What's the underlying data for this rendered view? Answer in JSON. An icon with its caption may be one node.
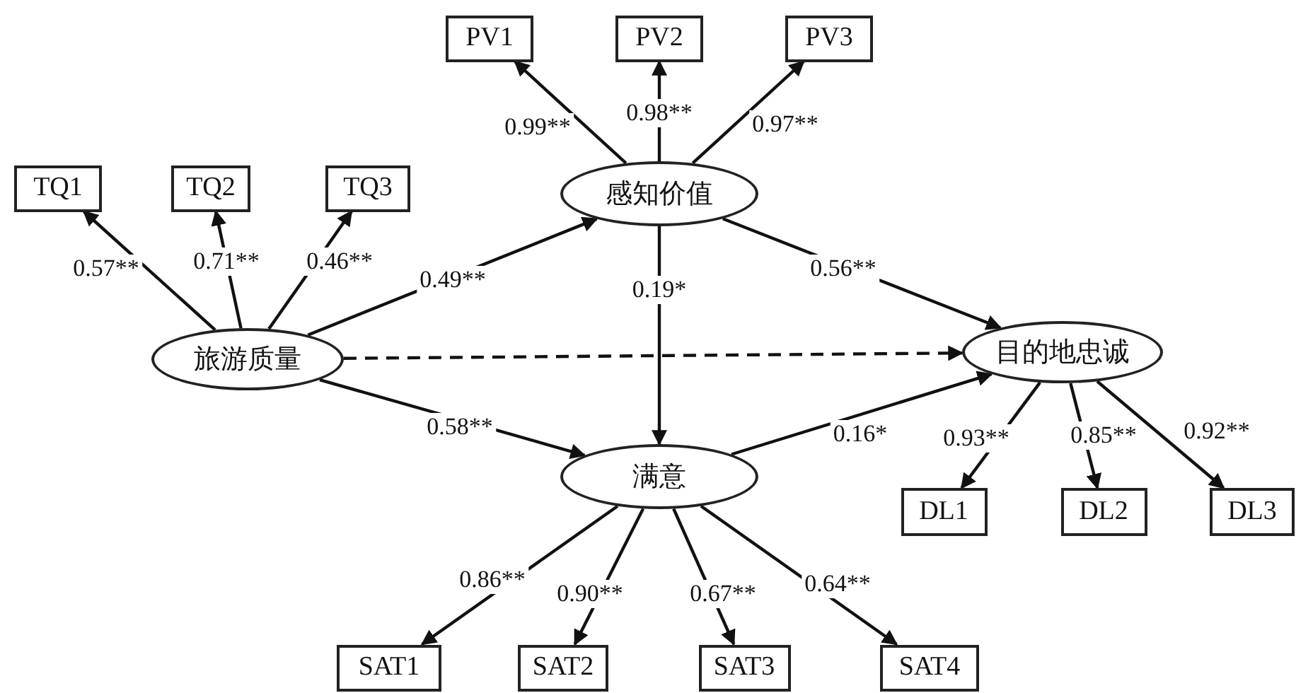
{
  "diagram": {
    "nodes": [
      {
        "text": [
          "旅游质量"
        ]
      },
      {
        "text": [
          "感知价值"
        ]
      },
      {
        "text": [
          "目的地忠诚"
        ]
      },
      {
        "text": [
          "满意"
        ]
      },
      {
        "text": [
          "TQ1"
        ]
      },
      {
        "text": [
          "TQ2"
        ]
      },
      {
        "text": [
          "TQ3"
        ]
      },
      {
        "text": [
          "PV1"
        ]
      },
      {
        "text": [
          "PV2"
        ]
      },
      {
        "text": [
          "PV3"
        ]
      },
      {
        "text": [
          "DL1"
        ]
      },
      {
        "text": [
          "DL2"
        ]
      },
      {
        "text": [
          "DL3"
        ]
      },
      {
        "text": [
          "SAT1"
        ]
      },
      {
        "text": [
          "SAT2"
        ]
      },
      {
        "text": [
          "SAT3"
        ]
      },
      {
        "text": [
          "SAT4"
        ]
      }
    ],
    "edges": [
      {
        "from": 0,
        "to": 4,
        "arrow": "to",
        "label": "0.57**"
      },
      {
        "from": 0,
        "to": 5,
        "arrow": "to",
        "label": "0.71**"
      },
      {
        "from": 0,
        "to": 6,
        "arrow": "to",
        "label": "0.46**"
      },
      {
        "from": 0,
        "to": 1,
        "arrow": "to",
        "label": "0.49**"
      },
      {
        "from": 0,
        "to": 2,
        "arrow": "to",
        "style": "dashed"
      },
      {
        "from": 0,
        "to": 3,
        "arrow": "to",
        "label": "0.58**"
      },
      {
        "from": 1,
        "to": 7,
        "arrow": "to",
        "label": "0.99**"
      },
      {
        "from": 1,
        "to": 8,
        "arrow": "to",
        "label": "0.98**"
      },
      {
        "from": 1,
        "to": 9,
        "arrow": "to",
        "label": "0.97**"
      },
      {
        "from": 1,
        "to": 3,
        "arrow": "to",
        "label": "0.19*"
      },
      {
        "from": 1,
        "to": 2,
        "arrow": "to",
        "label": "0.56**"
      },
      {
        "from": 3,
        "to": 2,
        "arrow": "to",
        "label": "0.16*"
      },
      {
        "from": 2,
        "to": 10,
        "arrow": "to",
        "label": "0.93**"
      },
      {
        "from": 2,
        "to": 11,
        "arrow": "to",
        "label": "0.85**"
      },
      {
        "from": 2,
        "to": 12,
        "arrow": "to",
        "label": "0.92**"
      },
      {
        "from": 3,
        "to": 13,
        "arrow": "to",
        "label": "0.86**"
      },
      {
        "from": 3,
        "to": 14,
        "arrow": "to",
        "label": "0.90**"
      },
      {
        "from": 3,
        "to": 15,
        "arrow": "to",
        "label": "0.67**"
      },
      {
        "from": 3,
        "to": 16,
        "arrow": "to",
        "label": "0.64**"
      }
    ]
  }
}
